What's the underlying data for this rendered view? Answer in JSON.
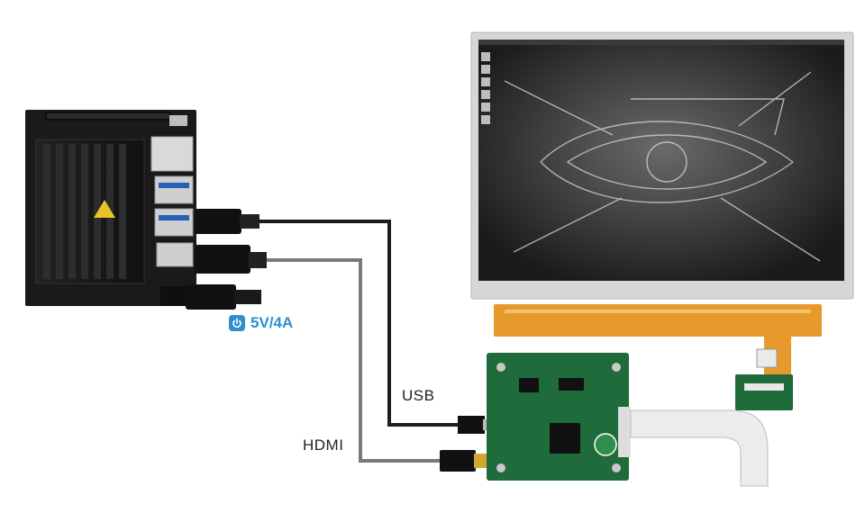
{
  "labels": {
    "power": "5V/4A",
    "usb": "USB",
    "hdmi": "HDMI"
  },
  "colors": {
    "accent": "#2e8fd0",
    "usb_cable": "#1c1c1c",
    "hdmi_cable": "#7a7a7a",
    "pcb_green": "#1f6b3b",
    "fpc_orange": "#e59a2b"
  },
  "icons": {
    "power": "power-icon"
  }
}
